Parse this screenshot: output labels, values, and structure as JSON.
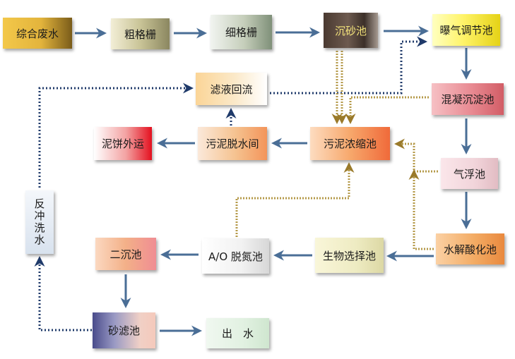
{
  "nodes": {
    "wastewater": "综合废水",
    "coarse_screen": "粗格栅",
    "fine_screen": "细格栅",
    "grit_chamber": "沉砂池",
    "equalization_tank": "曝气调节池",
    "coagulation_tank": "混凝沉淀池",
    "flotation_tank": "气浮池",
    "hydrolysis_tank": "水解酸化池",
    "bio_selector": "生物选择池",
    "ao_tank": "A/O 脱氮池",
    "secondary_clarifier": "二沉池",
    "sand_filter": "砂滤池",
    "effluent": "出　水",
    "filtrate_return": "滤液回流",
    "sludge_thickener": "污泥浓缩池",
    "sludge_dewatering": "污泥脱水间",
    "sludge_cake": "泥饼外运",
    "backwash": "反冲洗水"
  },
  "colors": {
    "flow_arrow": "#4a6e96",
    "return_dotted": "#1f3a6a",
    "sludge_dotted": "#b59a4a"
  }
}
